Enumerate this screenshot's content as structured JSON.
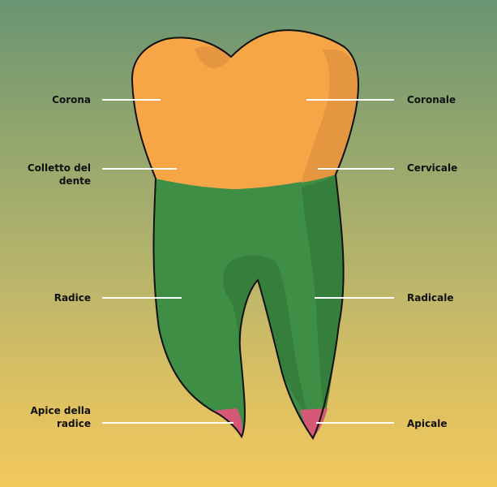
{
  "labels": {
    "left": {
      "crown": "Corona",
      "neck": "Colletto del\ndente",
      "root": "Radice",
      "apex": "Apice della\nradice"
    },
    "right": {
      "coronal": "Coronale",
      "cervical": "Cervicale",
      "radicular": "Radicale",
      "apical": "Apicale"
    }
  },
  "colors": {
    "crown": "#f6a646",
    "crown_shade": "#e49640",
    "root": "#3f8e45",
    "root_shade": "#367e3c",
    "apex": "#d65877",
    "outline": "#111111",
    "leader_line": "#ffffff"
  }
}
